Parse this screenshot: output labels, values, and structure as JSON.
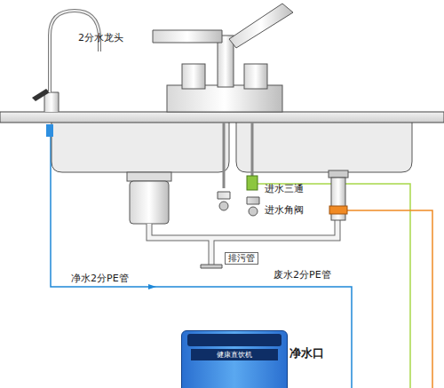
{
  "diagram": {
    "nodes": [
      {
        "text": [
          "健康直饮机"
        ]
      }
    ],
    "labels": [
      "2分水龙头",
      "进水三通",
      "进水角阀",
      "排污管",
      "净水2分PE管",
      "废水2分PE管",
      "净水口"
    ]
  }
}
